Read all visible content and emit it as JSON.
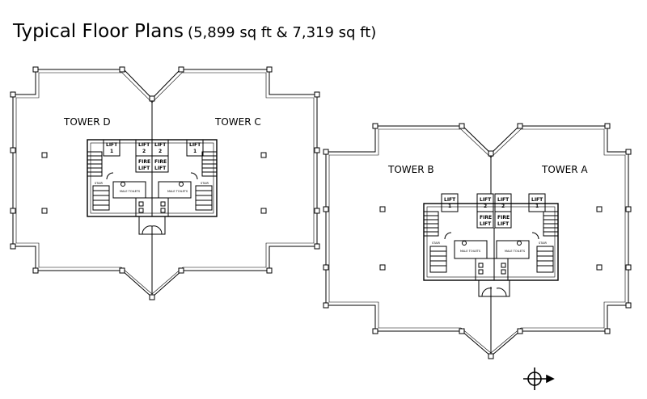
{
  "title": {
    "main": "Typical Floor Plans",
    "sub": "(5,899 sq ft & 7,319 sq ft)"
  },
  "plan_left": {
    "tower_left": "TOWER D",
    "tower_right": "TOWER C",
    "core": {
      "lift_outer": "LIFT",
      "lift_num_1": "1",
      "lift_num_2": "2",
      "fire_lift": "FIRE",
      "fire_lift_2": "LIFT",
      "male_toilets": "MALE TOILETS",
      "stair": "STAIR"
    }
  },
  "plan_right": {
    "tower_left": "TOWER B",
    "tower_right": "TOWER A",
    "core": {
      "lift_outer": "LIFT",
      "lift_num_1": "1",
      "lift_num_2": "2",
      "fire_lift": "FIRE",
      "fire_lift_2": "LIFT",
      "male_toilets": "MALE TOILETS",
      "stair": "STAIR"
    }
  },
  "compass": {
    "icon": "north-arrow-icon"
  }
}
